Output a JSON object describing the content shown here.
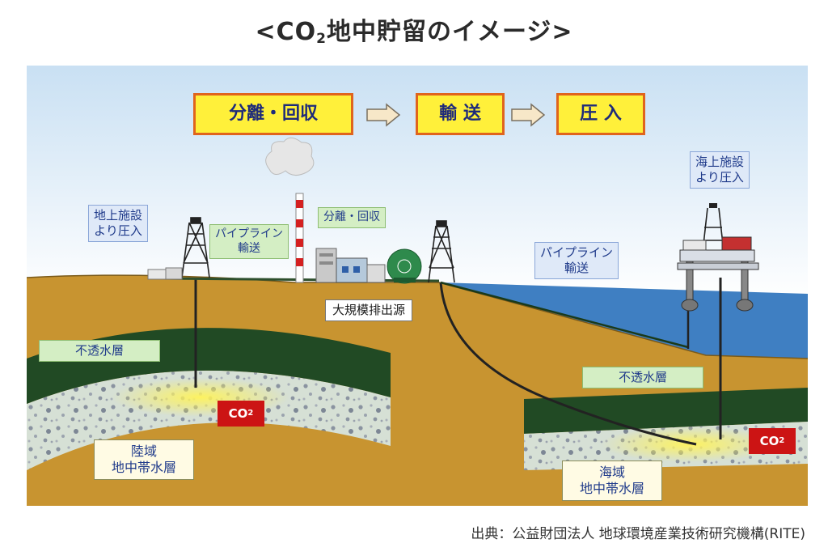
{
  "title": {
    "main": "<CO",
    "sub": "2",
    "rest": "地中貯留のイメージ>"
  },
  "flow": {
    "step1": "分離・回収",
    "step2": "輸 送",
    "step3": "圧 入"
  },
  "labels": {
    "onshore_injection": "地上施設\nより圧入",
    "pipeline_land": "パイプライン\n輸送",
    "separation": "分離・回収",
    "large_emitter": "大規模排出源",
    "offshore_injection": "海上施設\nより圧入",
    "pipeline_sea": "パイプライン\n輸送",
    "caprock_land": "不透水層",
    "caprock_sea": "不透水層",
    "co2_land_main": "CO",
    "co2_land_sub": "2",
    "co2_sea_main": "CO",
    "co2_sea_sub": "2",
    "aquifer_land": "陸域\n地中帯水層",
    "aquifer_sea": "海域\n地中帯水層"
  },
  "source": "出典：公益財団法人 地球環境産業技術研究機構(RITE)",
  "colors": {
    "sky_top": "#cfe3f4",
    "ground": "#c89430",
    "caprock": "#214a24",
    "aquifer": "#d3ddd2",
    "sea": "#3f7fc2",
    "flow_box": "#fff03a",
    "co2_box": "#cc1414"
  },
  "icons": [
    "flow-arrow-icon",
    "smokestack-icon",
    "drilling-rig-icon",
    "offshore-platform-icon",
    "storage-tank-icon"
  ]
}
